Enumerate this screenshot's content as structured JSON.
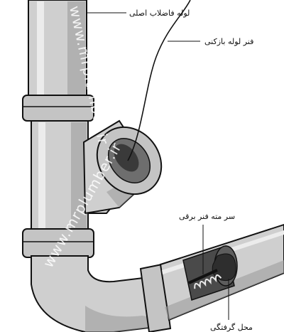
{
  "labels": {
    "main_drain_pipe": "لوله فاضلاب اصلی",
    "plumbing_snake": "فنر لوله بازکنی",
    "auger_head": "سر مته فنر برقی",
    "clog_location": "محل گرفتگی"
  },
  "watermark": {
    "text_primary": "www.mrplumber.ir",
    "text_secondary": "www.mrplumber.ir"
  }
}
